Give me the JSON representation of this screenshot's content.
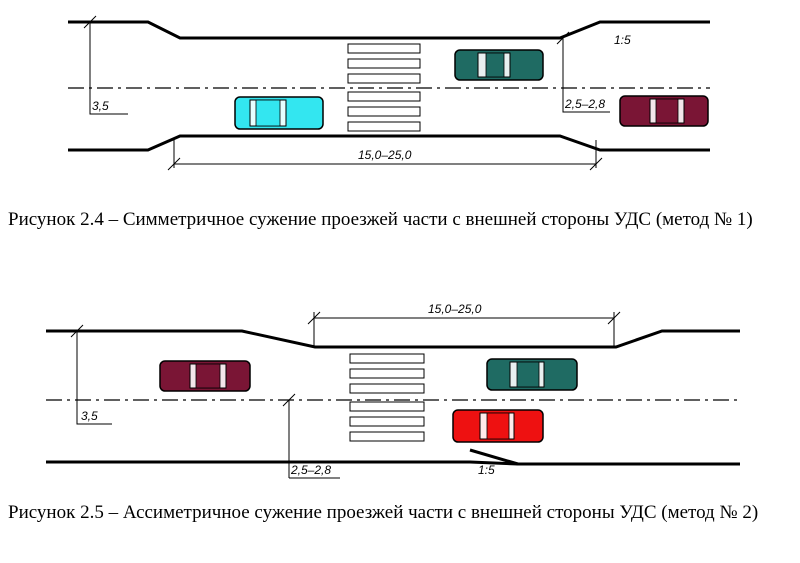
{
  "figure1": {
    "caption": "Рисунок 2.4 – Симметричное сужение проезжей части с внешней стороны УДС (метод № 1)",
    "dim_lane_width": "3,5",
    "dim_narrowed": "2,5–2,8",
    "dim_length": "15,0–25,0",
    "dim_taper": "1:5",
    "cars": [
      {
        "label": "teal-car",
        "color": "#1f6b63"
      },
      {
        "label": "cyan-car",
        "color": "#33e6f0"
      },
      {
        "label": "maroon-car",
        "color": "#7a1535"
      }
    ]
  },
  "figure2": {
    "caption": "Рисунок 2.5 – Ассиметричное сужение проезжей части с внешней стороны УДС (метод № 2)",
    "dim_lane_width": "3,5",
    "dim_narrowed": "2,5–2,8",
    "dim_length": "15,0–25,0",
    "dim_taper": "1:5",
    "cars": [
      {
        "label": "maroon-car",
        "color": "#7a1535"
      },
      {
        "label": "teal-car",
        "color": "#1f6b63"
      },
      {
        "label": "red-car",
        "color": "#ee1111"
      }
    ]
  }
}
